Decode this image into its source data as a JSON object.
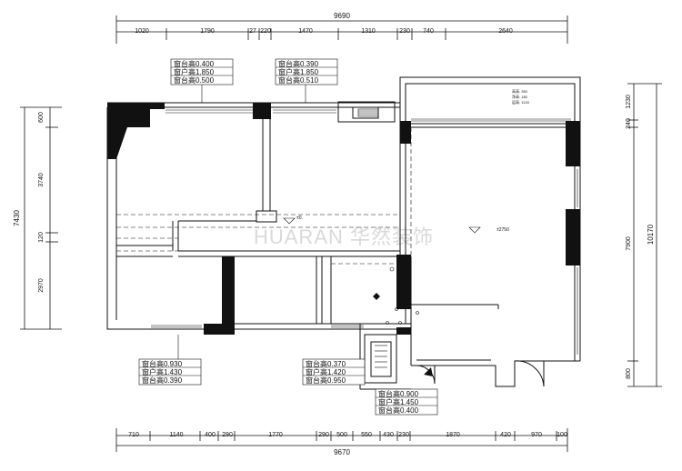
{
  "top_dimensions": {
    "total": "9690",
    "segments": [
      "1020",
      "1790",
      "27",
      "220",
      "1470",
      "1310",
      "230",
      "740",
      "2640"
    ]
  },
  "bottom_dimensions": {
    "total": "9670",
    "segments": [
      "710",
      "1140",
      "400",
      "290",
      "1770",
      "290",
      "500",
      "550",
      "430",
      "230",
      "1870",
      "420",
      "970",
      "100"
    ]
  },
  "left_dimensions": {
    "total": "7430",
    "segments": [
      "600",
      "3740",
      "120",
      "2970"
    ]
  },
  "right_dimensions": {
    "total": "10170",
    "segments": [
      "1230",
      "240",
      "7900",
      "800"
    ]
  },
  "window_tags": [
    {
      "l1": "窗台高0.400",
      "l2": "窗户高1.850",
      "l3": "窗台高0.500"
    },
    {
      "l1": "窗台高0.390",
      "l2": "窗户高1.850",
      "l3": "窗台高0.510"
    },
    {
      "l1": "窗台高0.930",
      "l2": "窗户高1.430",
      "l3": "窗台高0.390"
    },
    {
      "l1": "窗台高0.370",
      "l2": "窗户高1.420",
      "l3": "窗台高0.950"
    },
    {
      "l1": "窗台高0.900",
      "l2": "窗户高1.450",
      "l3": "窗台高0.400"
    }
  ],
  "balcony_note": [
    "高高: 350",
    "净高: 180",
    "层高: 1130"
  ],
  "level_marks": {
    "center": "±0.",
    "living": "±2750"
  },
  "watermark": "HUARAN 华然装饰"
}
